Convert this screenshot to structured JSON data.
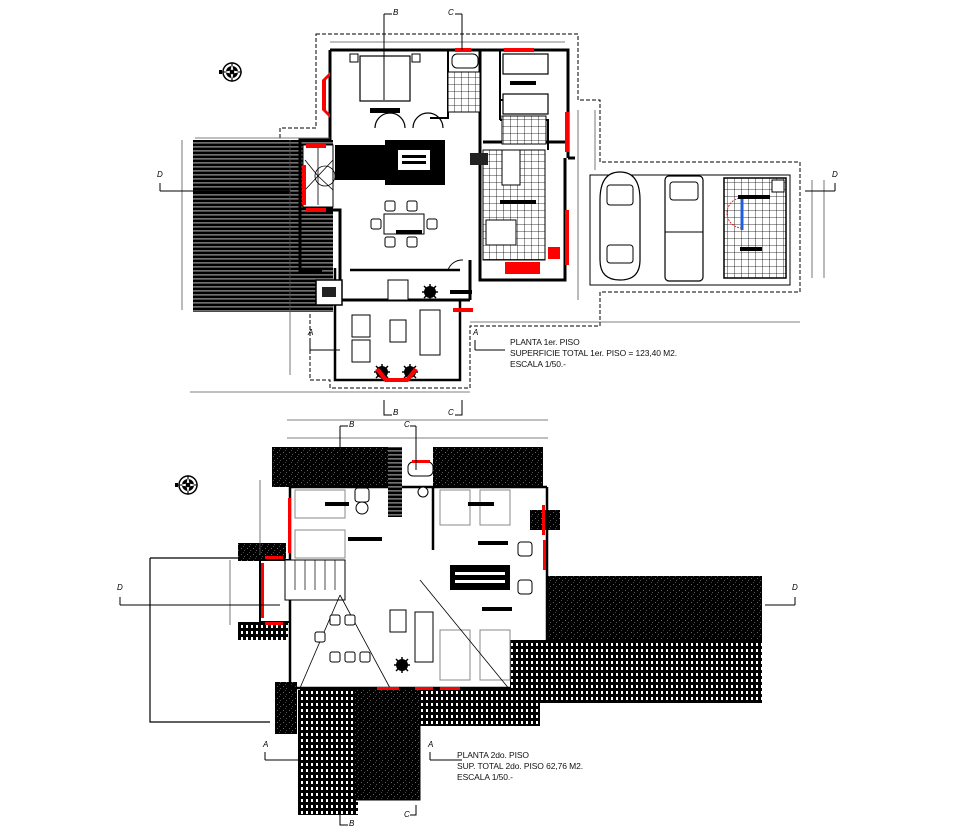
{
  "drawing": {
    "type": "architectural floor plans",
    "colors": {
      "wall": "#000000",
      "window": "#ff0000",
      "dimension_tick": "#c8b400",
      "dim_label_placeholder": "#8a8a8a",
      "hatch": "#000000",
      "door_swing_accent": "#e02020",
      "plumbing_accent": "#2060e0"
    }
  },
  "plans": [
    {
      "id": "first-floor",
      "title": "PLANTA 1er. PISO",
      "area_line": "SUPERFICIE TOTAL 1er. PISO  =  123,40 M2.",
      "scale_line": "ESCALA 1/50.-",
      "section_marks": {
        "top_b": "B",
        "top_c": "C",
        "bottom_b": "B",
        "bottom_c": "C",
        "left_d": "D",
        "right_d": "D",
        "left_a": "A",
        "right_a": "A"
      }
    },
    {
      "id": "second-floor",
      "title": "PLANTA 2do. PISO",
      "area_line": "SUP. TOTAL 2do. PISO  62,76 M2.",
      "scale_line": "ESCALA 1/50.-",
      "section_marks": {
        "top_b": "B",
        "top_c": "C",
        "bottom_b": "B",
        "bottom_c": "C",
        "left_d": "D",
        "right_d": "D",
        "left_a": "A",
        "right_a": "A"
      }
    }
  ],
  "icons": [
    "north-compass-icon",
    "car-icon",
    "pickup-truck-icon",
    "bed-icon",
    "plant-icon",
    "person-icon"
  ]
}
